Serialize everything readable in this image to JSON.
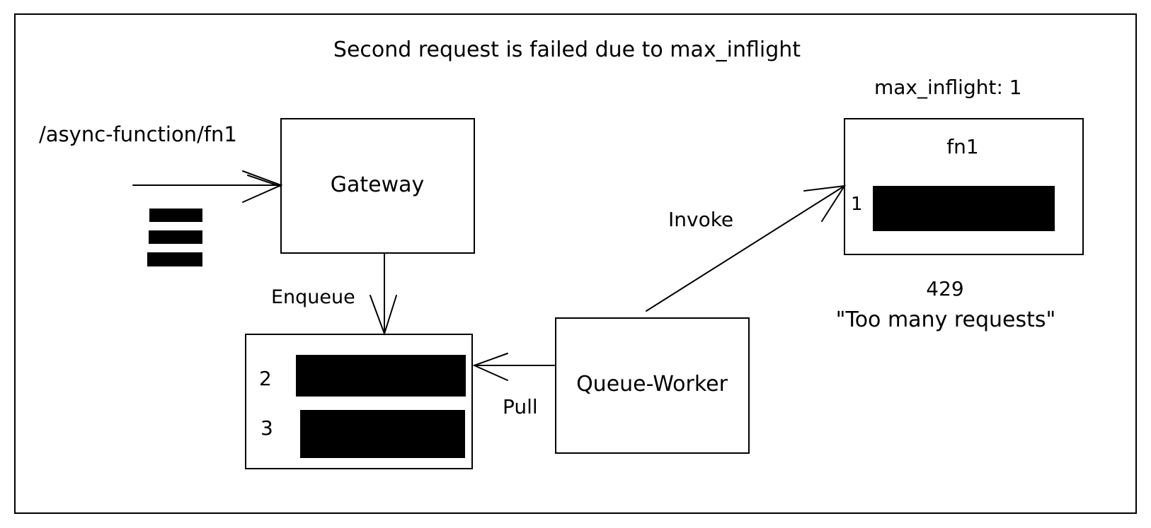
{
  "title": "Second request is failed due to max_inflight",
  "endpoint": "/async-function/fn1",
  "gateway": {
    "label": "Gateway"
  },
  "enqueue_label": "Enqueue",
  "queue": {
    "items": [
      {
        "number": "2"
      },
      {
        "number": "3"
      }
    ]
  },
  "pull_label": "Pull",
  "queue_worker": {
    "label": "Queue-Worker"
  },
  "invoke_label": "Invoke",
  "function": {
    "limit_label": "max_inflight: 1",
    "name": "fn1",
    "item_number": "1"
  },
  "response": {
    "status_code": "429",
    "message": "\"Too many requests\""
  }
}
